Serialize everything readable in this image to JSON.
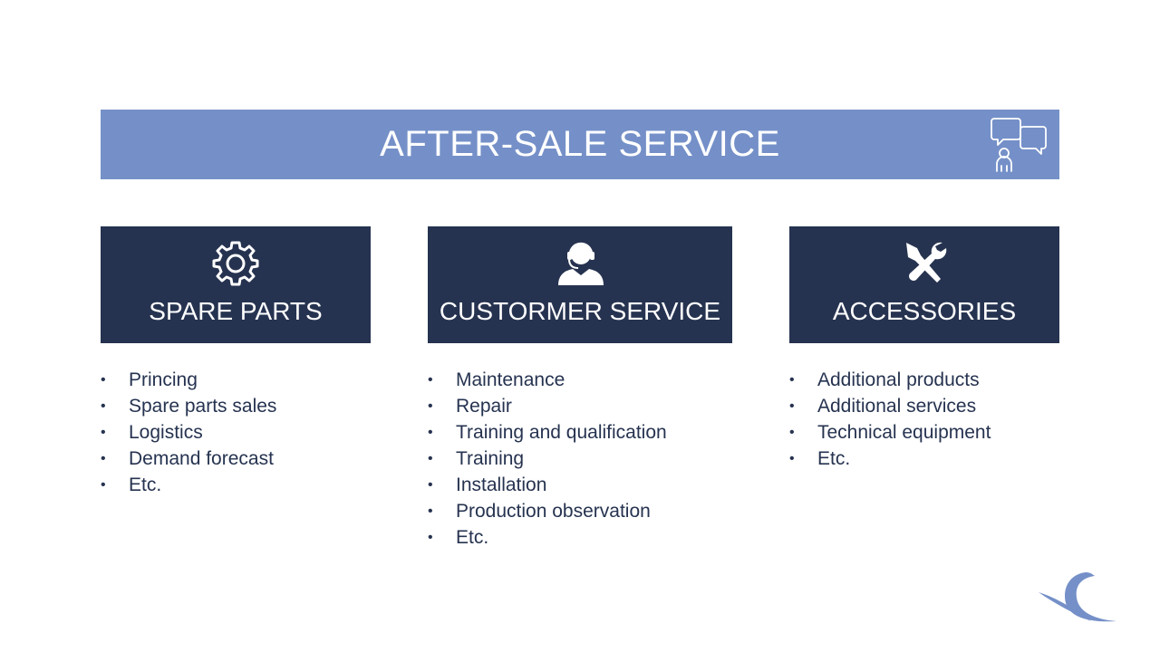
{
  "banner": {
    "title": "AFTER-SALE SERVICE",
    "icon": "chat-support-icon",
    "color": "#7590c8"
  },
  "colors": {
    "card_bg": "#263350",
    "text": "#263350"
  },
  "columns": [
    {
      "title": "SPARE PARTS",
      "icon": "gear-icon",
      "items": [
        "Princing",
        "Spare parts sales",
        "Logistics",
        "Demand forecast",
        "Etc."
      ]
    },
    {
      "title": "CUSTORMER SERVICE",
      "icon": "headset-agent-icon",
      "items": [
        "Maintenance",
        "Repair",
        "Training and qualification",
        "Training",
        "Installation",
        "Production observation",
        "Etc."
      ]
    },
    {
      "title": "ACCESSORIES",
      "icon": "tools-icon",
      "items": [
        "Additional products",
        "Additional services",
        "Technical equipment",
        "Etc."
      ]
    }
  ],
  "logo": {
    "icon": "company-logo-icon"
  }
}
